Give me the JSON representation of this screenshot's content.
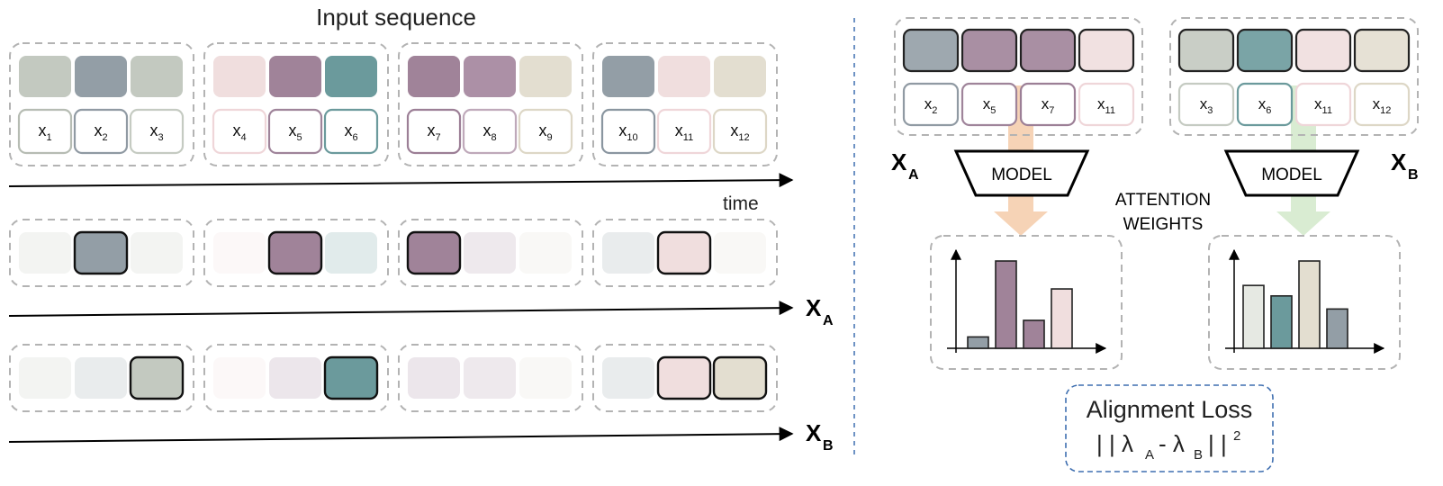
{
  "colors": {
    "c1": "#c3c9c0",
    "c2": "#939ea6",
    "c3": "#c3c9c0",
    "c4": "#f0dede",
    "c5": "#a08399",
    "c6": "#6b9a9c",
    "c7": "#a08399",
    "c8": "#ac90a6",
    "c9": "#e3ded0",
    "c10": "#939ea6",
    "c11": "#f0dede",
    "c12": "#e3ded0",
    "outline1": "#b6bcb3",
    "outline2": "#909aa3",
    "outline3": "#c5cbc2",
    "outline4": "#efd6d9",
    "outline5": "#9f849a",
    "outline6": "#6b9a9c",
    "outline7": "#9c7f96",
    "outline8": "#bfa9ba",
    "outline9": "#ddd7c6",
    "outline10": "#8a96a0",
    "outline11": "#efd6d9",
    "outline12": "#ddd7c6",
    "dashed_border": "#b3b3b3",
    "loss_border": "#3f6fb0",
    "divider": "#3f6fb0",
    "flow_orange": "#f6d3b6",
    "flow_green": "#d9ecd2",
    "xa_bars": [
      "#939ea6",
      "#a08399",
      "#a08399",
      "#f0dede"
    ],
    "xb_bars": [
      "#e6e9e3",
      "#6b9a9c",
      "#e3ded0",
      "#939ea6"
    ]
  },
  "labels": {
    "title": "Input sequence",
    "time": "time",
    "model_a": "MODEL",
    "model_b": "MODEL",
    "attention_line1": "ATTENTION",
    "attention_line2": "WEIGHTS",
    "loss_title": "Alignment Loss",
    "loss_formula": "|| λ A - λ B ||2",
    "xa_main": "X",
    "xa_sub": "A",
    "xb_main": "X",
    "xb_sub": "B"
  },
  "tokens": [
    "x1",
    "x2",
    "x3",
    "x4",
    "x5",
    "x6",
    "x7",
    "x8",
    "x9",
    "x10",
    "x11",
    "x12"
  ],
  "token_subscripts": [
    "1",
    "2",
    "3",
    "4",
    "5",
    "6",
    "7",
    "8",
    "9",
    "10",
    "11",
    "12"
  ],
  "xa_selected": [
    2,
    5,
    7,
    11
  ],
  "xb_selected": [
    3,
    6,
    11,
    12
  ],
  "attention_a": [
    0.13,
    1.0,
    0.32,
    0.68
  ],
  "attention_b": [
    0.72,
    0.6,
    1.0,
    0.45
  ]
}
